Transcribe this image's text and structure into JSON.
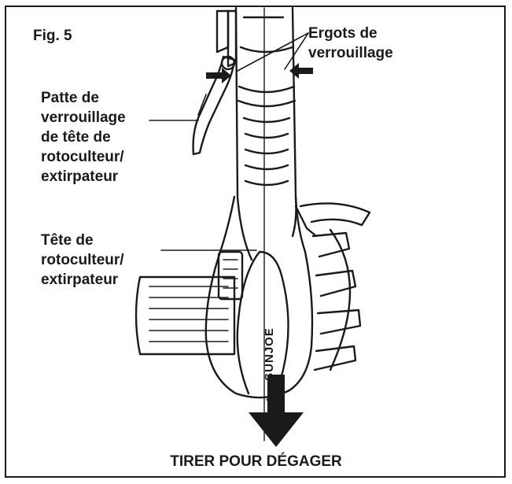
{
  "figure": {
    "title": "Fig. 5",
    "caption": "TIRER POUR DÉGAGER"
  },
  "labels": {
    "locking_lugs": "Ergots de\nverrouillage",
    "locking_tab": "Patte de\nverrouillage\nde tête de\nrotoculteur/\nextirpateur",
    "head": "Tête de\nrotoculteur/\nextirpateur"
  },
  "brand": {
    "logo_text": "SUNJOE"
  },
  "colors": {
    "ink": "#1a1a1a",
    "fill": "#ffffff"
  },
  "icons": {
    "pull_direction": "arrow-down-icon"
  }
}
